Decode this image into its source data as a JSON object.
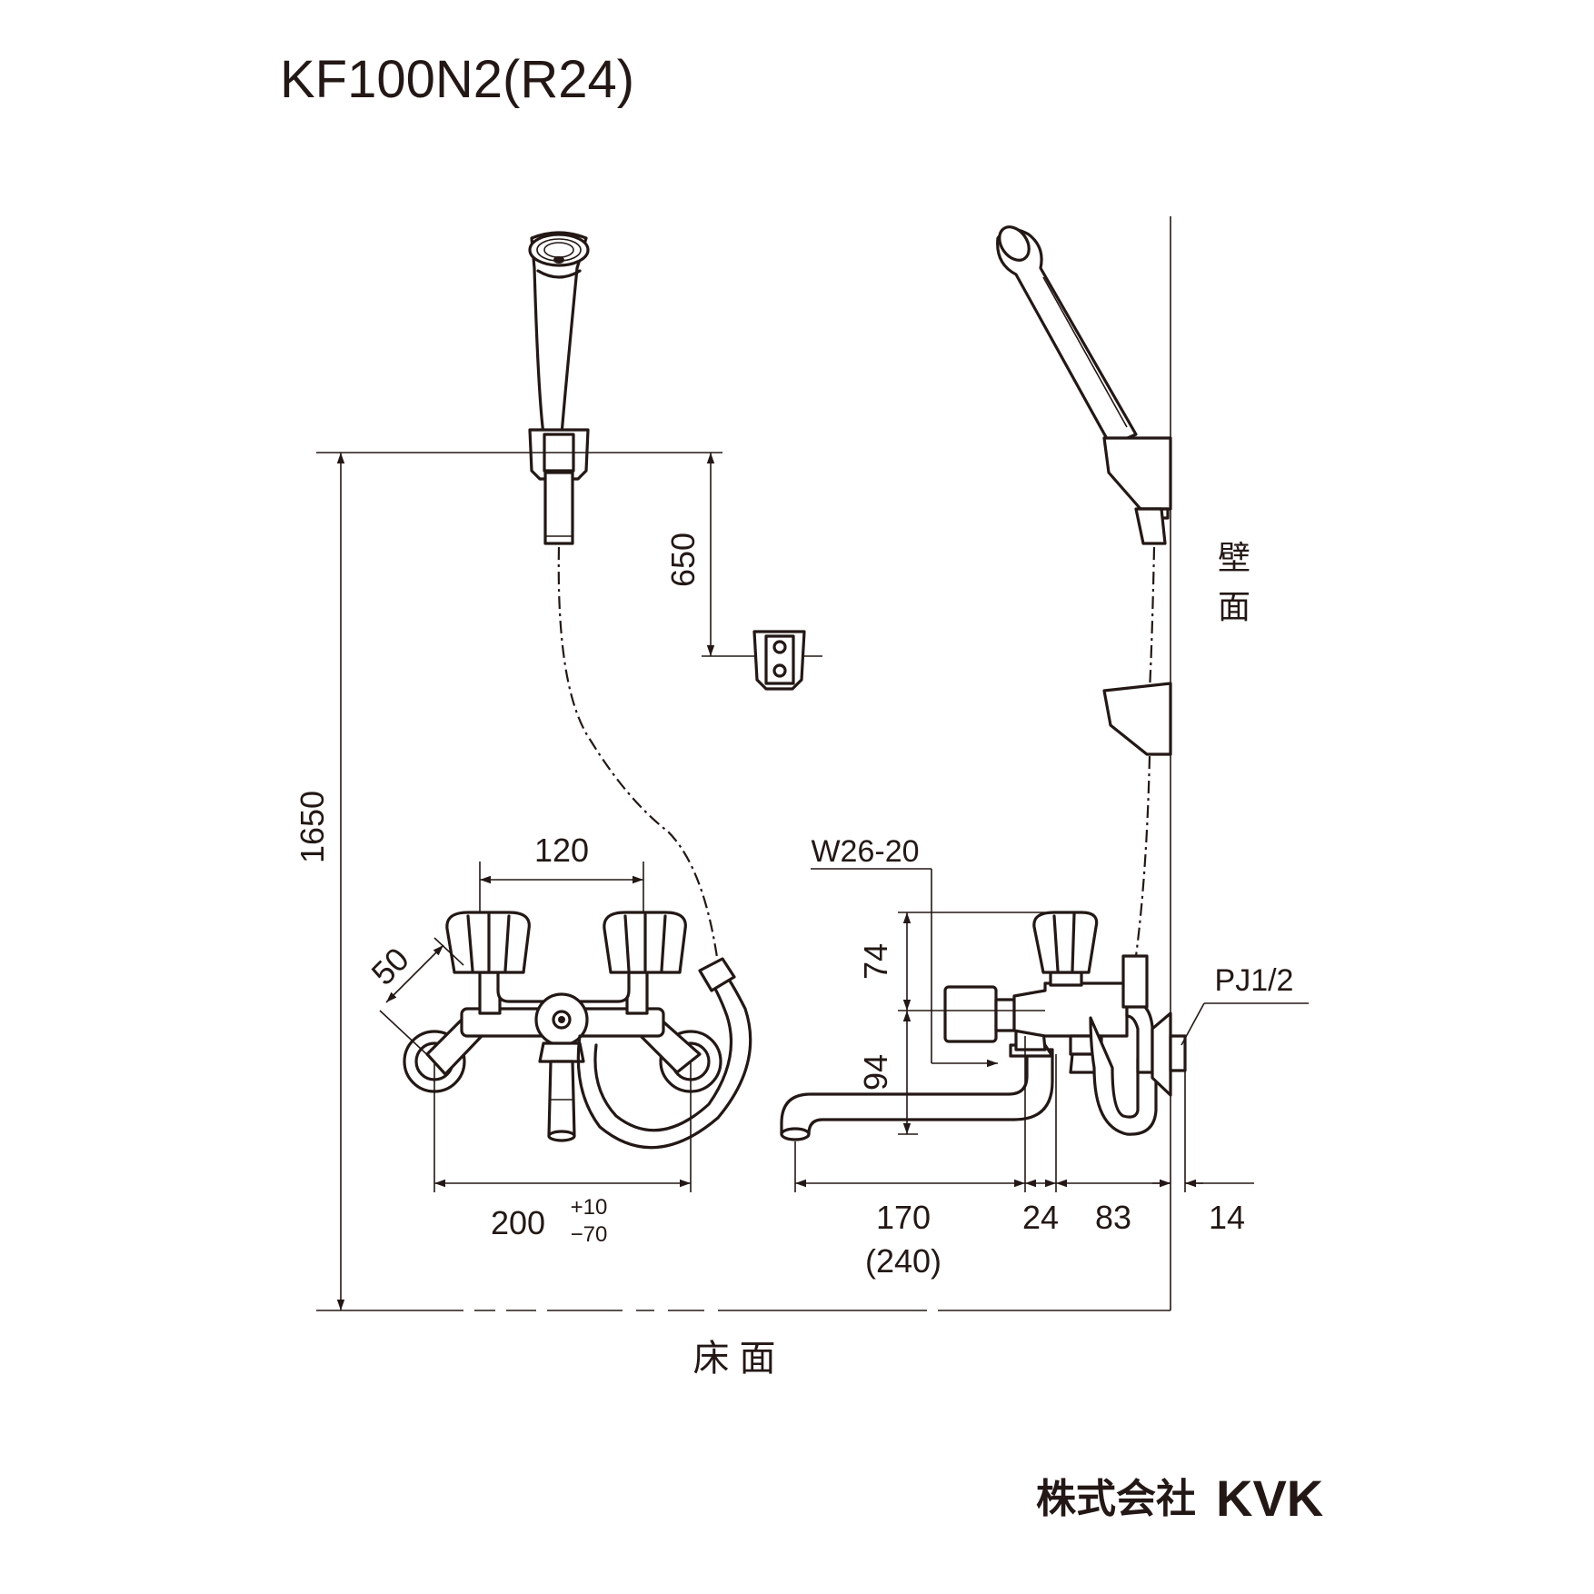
{
  "model": "KF100N2(R24)",
  "labels": {
    "wall": [
      "壁",
      "面"
    ],
    "floor": "床 面",
    "thread": "W26-20",
    "pipe": "PJ1/2"
  },
  "dimensions": {
    "height_total": "1650",
    "holder_drop": "650",
    "handle_pitch": "120",
    "handle_height": "50",
    "center_distance": "200",
    "center_tol_plus": "+10",
    "center_tol_minus": "−70",
    "upper_height": "74",
    "lower_height": "94",
    "spout_length": "170",
    "spout_length_alt": "(240)",
    "offset_a": "24",
    "offset_b": "83",
    "offset_c": "14"
  },
  "company": {
    "name_jp": "株式会社",
    "brand": "KVK"
  }
}
